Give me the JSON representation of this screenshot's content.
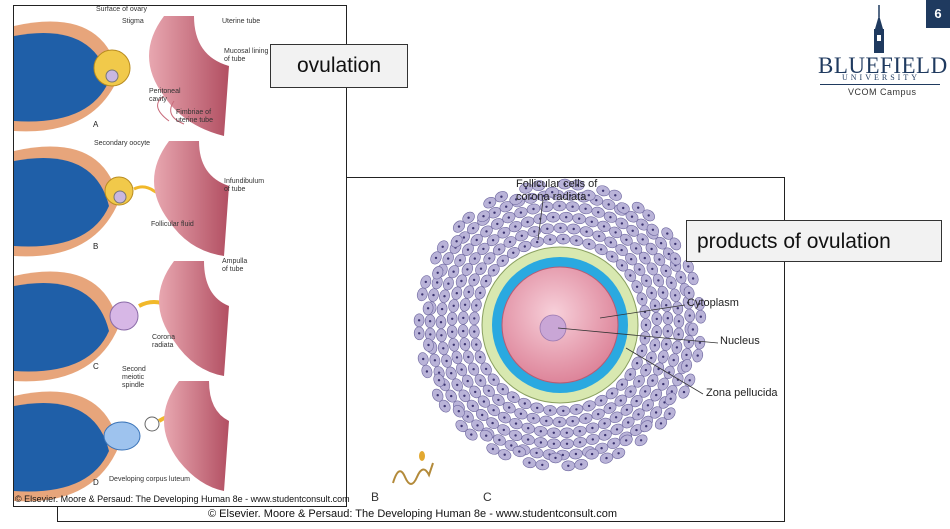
{
  "slide": {
    "page_number": "6"
  },
  "callouts": {
    "ovulation": "ovulation",
    "products": "products of ovulation"
  },
  "logo": {
    "wordmark": "BLUEFIELD",
    "subword": "UNIVERSITY",
    "campus": "VCOM Campus"
  },
  "left_figure": {
    "labels": {
      "surface_of_ovary": "Surface of ovary",
      "stigma": "Stigma",
      "uterine_tube": "Uterine tube",
      "mucosal_lining": "Mucosal lining",
      "of_tube_1": "of tube",
      "peritoneal": "Peritoneal",
      "cavity": "cavity",
      "fimbriae": "Fimbriae of",
      "uterine_tube_2": "uterine tube",
      "secondary_oocyte": "Secondary oocyte",
      "infundibulum": "Infundibulum",
      "of_tube_2": "of tube",
      "follicular_fluid": "Follicular fluid",
      "ampulla": "Ampulla",
      "of_tube_3": "of tube",
      "corona": "Corona",
      "radiata": "radiata",
      "second": "Second",
      "meiotic": "meiotic",
      "spindle": "spindle",
      "developing_corpus_luteum": "Developing corpus luteum"
    },
    "panel_letters": [
      "A",
      "B",
      "C",
      "D"
    ],
    "credit": "© Elsevier. Moore & Persaud: The Developing Human 8e - www.studentconsult.com"
  },
  "right_figure": {
    "labels": {
      "follicular_cells": "Follicular cells of",
      "corona_radiata": "corona radiata",
      "cytoplasm": "Cytoplasm",
      "nucleus": "Nucleus",
      "zona_pellucida": "Zona pellucida",
      "letter_b": "B",
      "letter_c": "C"
    },
    "credit": "© Elsevier. Moore & Persaud: The Developing Human 8e - www.studentconsult.com"
  },
  "colors": {
    "accent": "#1f3a5f",
    "ovary_blue": "#1f5fa8",
    "tube_pink": "#c96a78",
    "cell_lavender": "#b9b3d8",
    "zona_green": "#d8e8b0",
    "cyan_layer": "#2aa9e0",
    "cytoplasm_pink": "#e9a2b4"
  }
}
